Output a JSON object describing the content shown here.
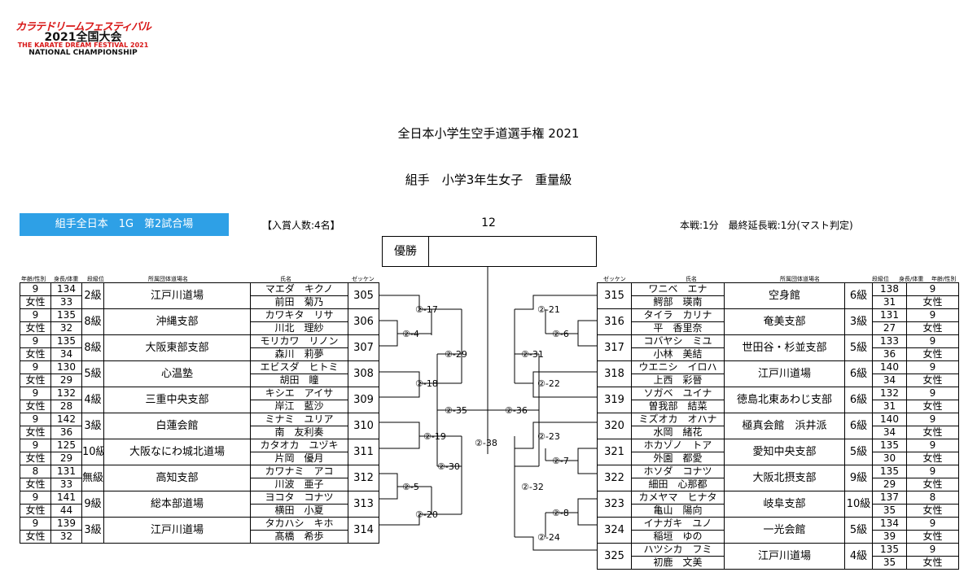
{
  "logo": {
    "line1": "カラテドリームフェスティバル",
    "line2": "2021全国大会",
    "line3": "THE KARATE DREAM FESTIVAL 2021",
    "line4": "NATIONAL CHAMPIONSHIP"
  },
  "title": "全日本小学生空手道選手権 2021",
  "subtitle": "組手　小学3年生女子　重量級",
  "court": "組手全日本　1G　第2試合場",
  "prize": "【入賞人数:4名】",
  "bracket_number": "12",
  "rules": "本戦:1分　最終延長戦:1分(マスト判定)",
  "champion_label": "優勝",
  "left_headers": {
    "age_sex": "年齢/性別",
    "height_weight": "身長/体重",
    "rank": "段級位",
    "dojo": "所属団体道場名",
    "name": "氏名",
    "zekken": "ゼッケン"
  },
  "right_headers": {
    "zekken": "ゼッケン",
    "name": "氏名",
    "dojo": "所属団体道場名",
    "rank": "段級位",
    "height_weight": "身長/体重",
    "age_sex": "年齢/性別"
  },
  "left_players": [
    {
      "age": "9",
      "sex": "女性",
      "height": "134",
      "weight": "33",
      "rank": "2級",
      "dojo": "江戸川道場",
      "kana": "マエダ　キクノ",
      "kanji": "前田　菊乃",
      "zekken": "305"
    },
    {
      "age": "9",
      "sex": "女性",
      "height": "135",
      "weight": "32",
      "rank": "8級",
      "dojo": "沖縄支部",
      "kana": "カワキタ　リサ",
      "kanji": "川北　理紗",
      "zekken": "306"
    },
    {
      "age": "9",
      "sex": "女性",
      "height": "135",
      "weight": "34",
      "rank": "8級",
      "dojo": "大阪東部支部",
      "kana": "モリカワ　リノン",
      "kanji": "森川　莉夢",
      "zekken": "307"
    },
    {
      "age": "9",
      "sex": "女性",
      "height": "130",
      "weight": "29",
      "rank": "5級",
      "dojo": "心温塾",
      "kana": "エビスダ　ヒトミ",
      "kanji": "胡田　瞳",
      "zekken": "308"
    },
    {
      "age": "9",
      "sex": "女性",
      "height": "132",
      "weight": "28",
      "rank": "4級",
      "dojo": "三重中央支部",
      "kana": "キシエ　アイサ",
      "kanji": "岸江　藍沙",
      "zekken": "309"
    },
    {
      "age": "9",
      "sex": "女性",
      "height": "142",
      "weight": "36",
      "rank": "3級",
      "dojo": "白蓮会館",
      "kana": "ミナミ　ユリア",
      "kanji": "南　友利奏",
      "zekken": "310"
    },
    {
      "age": "9",
      "sex": "女性",
      "height": "125",
      "weight": "29",
      "rank": "10級",
      "dojo": "大阪なにわ城北道場",
      "kana": "カタオカ　ユヅキ",
      "kanji": "片岡　優月",
      "zekken": "311"
    },
    {
      "age": "8",
      "sex": "女性",
      "height": "131",
      "weight": "33",
      "rank": "無級",
      "dojo": "高知支部",
      "kana": "カワナミ　アコ",
      "kanji": "川波　亜子",
      "zekken": "312"
    },
    {
      "age": "9",
      "sex": "女性",
      "height": "141",
      "weight": "44",
      "rank": "9級",
      "dojo": "総本部道場",
      "kana": "ヨコタ　コナツ",
      "kanji": "横田　小夏",
      "zekken": "313"
    },
    {
      "age": "9",
      "sex": "女性",
      "height": "139",
      "weight": "32",
      "rank": "3級",
      "dojo": "江戸川道場",
      "kana": "タカハシ　キホ",
      "kanji": "髙橋　希歩",
      "zekken": "314"
    }
  ],
  "right_players": [
    {
      "zekken": "315",
      "kana": "ワニベ　エナ",
      "kanji": "鰐部　瑛南",
      "dojo": "空身館",
      "rank": "6級",
      "height": "138",
      "weight": "31",
      "age": "9",
      "sex": "女性"
    },
    {
      "zekken": "316",
      "kana": "タイラ　カリナ",
      "kanji": "平　香里奈",
      "dojo": "奄美支部",
      "rank": "3級",
      "height": "131",
      "weight": "27",
      "age": "9",
      "sex": "女性"
    },
    {
      "zekken": "317",
      "kana": "コバヤシ　ミユ",
      "kanji": "小林　美結",
      "dojo": "世田谷・杉並支部",
      "rank": "5級",
      "height": "133",
      "weight": "36",
      "age": "9",
      "sex": "女性"
    },
    {
      "zekken": "318",
      "kana": "ウエニシ　イロハ",
      "kanji": "上西　彩晉",
      "dojo": "江戸川道場",
      "rank": "6級",
      "height": "140",
      "weight": "34",
      "age": "9",
      "sex": "女性"
    },
    {
      "zekken": "319",
      "kana": "ソガベ　ユイナ",
      "kanji": "曽我部　結菜",
      "dojo": "徳島北東あわじ支部",
      "rank": "6級",
      "height": "132",
      "weight": "31",
      "age": "9",
      "sex": "女性"
    },
    {
      "zekken": "320",
      "kana": "ミズオカ　オハナ",
      "kanji": "水岡　緒花",
      "dojo": "極真会館　浜井派",
      "rank": "6級",
      "height": "140",
      "weight": "34",
      "age": "9",
      "sex": "女性"
    },
    {
      "zekken": "321",
      "kana": "ホカゾノ　トア",
      "kanji": "外園　都愛",
      "dojo": "愛知中央支部",
      "rank": "5級",
      "height": "135",
      "weight": "30",
      "age": "9",
      "sex": "女性"
    },
    {
      "zekken": "322",
      "kana": "ホソダ　コナツ",
      "kanji": "細田　心那都",
      "dojo": "大阪北摂支部",
      "rank": "9級",
      "height": "135",
      "weight": "29",
      "age": "9",
      "sex": "女性"
    },
    {
      "zekken": "323",
      "kana": "カメヤマ　ヒナタ",
      "kanji": "亀山　陽向",
      "dojo": "岐阜支部",
      "rank": "10級",
      "height": "137",
      "weight": "35",
      "age": "8",
      "sex": "女性"
    },
    {
      "zekken": "324",
      "kana": "イナガキ　ユノ",
      "kanji": "稲垣　ゆの",
      "dojo": "一光会館",
      "rank": "5級",
      "height": "134",
      "weight": "39",
      "age": "9",
      "sex": "女性"
    },
    {
      "zekken": "325",
      "kana": "ハツシカ　フミ",
      "kanji": "初鹿　文美",
      "dojo": "江戸川道場",
      "rank": "4級",
      "height": "135",
      "weight": "35",
      "age": "9",
      "sex": "女性"
    }
  ],
  "matches": {
    "m4": "②-4",
    "m5": "②-5",
    "m6": "②-6",
    "m7": "②-7",
    "m8": "②-8",
    "m17": "②-17",
    "m18": "②-18",
    "m19": "②-19",
    "m20": "②-20",
    "m21": "②-21",
    "m22": "②-22",
    "m23": "②-23",
    "m24": "②-24",
    "m29": "②-29",
    "m30": "②-30",
    "m31": "②-31",
    "m32": "②-32",
    "m35": "②-35",
    "m36": "②-36",
    "m38": "②-38"
  }
}
